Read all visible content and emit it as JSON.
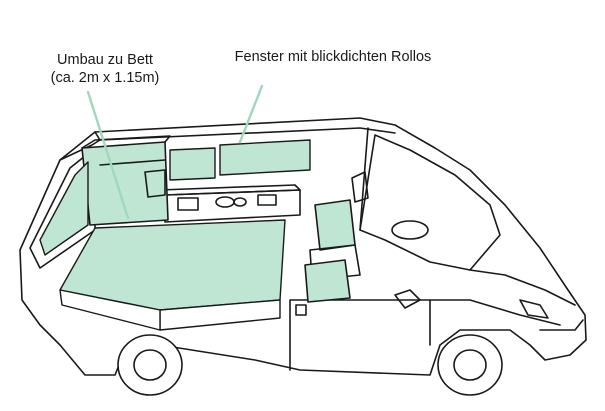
{
  "labels": {
    "bed_line1": "Umbau zu Bett",
    "bed_line2": "(ca. 2m x 1.15m)",
    "window": "Fenster mit blickdichten Rollos"
  },
  "colors": {
    "fill_green": "#bfe6d2",
    "line": "#1a1a1a",
    "leader": "#9fd8bd"
  }
}
